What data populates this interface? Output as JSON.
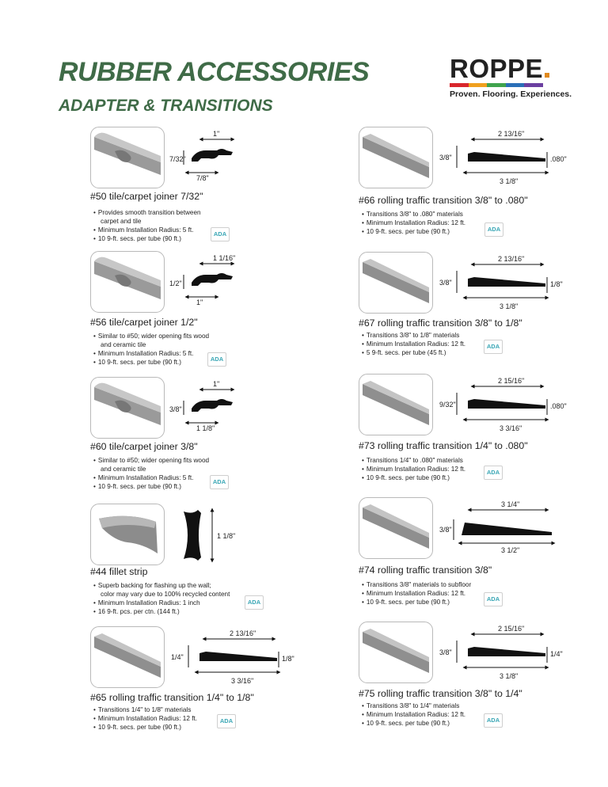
{
  "header": {
    "title": "RUBBER ACCESSORIES",
    "subtitle": "ADAPTER & TRANSITIONS",
    "logo_word": "ROPPE",
    "logo_tagline": "Proven. Flooring. Experiences.",
    "logo_stripe_colors": [
      "#d9262c",
      "#f0a01e",
      "#3fa34d",
      "#2a6fb7",
      "#6b3fa0"
    ]
  },
  "badge_label": "ADA",
  "products": [
    {
      "name": "#50 tile/carpet joiner 7/32\"",
      "bullets": [
        "Provides smooth transition between",
        "carpet and tile",
        "Minimum Installation Radius: 5 ft.",
        "10 9-ft. secs. per tube (90 ft.)"
      ],
      "dims": [
        "1\"",
        "7/32\"",
        "7/8\""
      ]
    },
    {
      "name": "#56 tile/carpet joiner 1/2\"",
      "bullets": [
        "Similar to #50; wider opening fits wood",
        "and ceramic tile",
        "Minimum Installation Radius: 5 ft.",
        "10 9-ft. secs. per tube (90 ft.)"
      ],
      "dims": [
        "1 1/16\"",
        "1/2\"",
        "1\""
      ]
    },
    {
      "name": "#60 tile/carpet joiner 3/8\"",
      "bullets": [
        "Similar to #50; wider opening fits wood",
        "and ceramic tile",
        "Minimum Installation Radius: 5 ft.",
        "10 9-ft. secs. per tube (90 ft.)"
      ],
      "dims": [
        "1\"",
        "3/8\"",
        "1 1/8\""
      ]
    },
    {
      "name": "#44 fillet strip",
      "bullets": [
        "Superb backing for flashing up the wall;",
        "color may vary due to 100% recycled content",
        "Minimum Installation Radius: 1 inch",
        "16 9-ft. pcs. per ctn. (144 ft.)"
      ],
      "dims": [
        "1 1/8\""
      ]
    },
    {
      "name": "#65 rolling traffic transition 1/4\" to 1/8\"",
      "bullets": [
        "Transitions 1/4\" to 1/8\" materials",
        "Minimum Installation Radius: 12 ft.",
        "10 9-ft. secs. per tube (90 ft.)"
      ],
      "dims": [
        "2 13/16\"",
        "1/4\"",
        "1/8\"",
        "3 3/16\""
      ]
    },
    {
      "name": "#66 rolling traffic transition 3/8\" to .080\"",
      "bullets": [
        "Transitions 3/8\" to .080\" materials",
        "Minimum Installation Radius: 12 ft.",
        "10 9-ft. secs. per tube (90 ft.)"
      ],
      "dims": [
        "2 13/16\"",
        "3/8\"",
        ".080\"",
        "3 1/8\""
      ]
    },
    {
      "name": "#67 rolling traffic transition 3/8\" to 1/8\"",
      "bullets": [
        "Transitions 3/8\" to 1/8\" materials",
        "Minimum Installation Radius: 12 ft.",
        "5 9-ft. secs. per tube (45 ft.)"
      ],
      "dims": [
        "2 13/16\"",
        "3/8\"",
        "1/8\"",
        "3 1/8\""
      ]
    },
    {
      "name": "#73 rolling traffic transition 1/4\" to .080\"",
      "bullets": [
        "Transitions 1/4\" to .080\" materials",
        "Minimum Installation Radius: 12 ft.",
        "10 9-ft. secs. per tube (90 ft.)"
      ],
      "dims": [
        "2 15/16\"",
        "9/32\"",
        ".080\"",
        "3 3/16\""
      ]
    },
    {
      "name": "#74 rolling traffic transition 3/8\"",
      "bullets": [
        "Transitions 3/8\" materials to subfloor",
        "Minimum Installation Radius: 12 ft.",
        "10 9-ft. secs. per tube (90 ft.)"
      ],
      "dims": [
        "3 1/4\"",
        "3/8\"",
        "3 1/2\""
      ]
    },
    {
      "name": "#75 rolling traffic transition 3/8\" to 1/4\"",
      "bullets": [
        "Transitions 3/8\" to 1/4\" materials",
        "Minimum Installation Radius: 12 ft.",
        "10 9-ft. secs. per tube (90 ft.)"
      ],
      "dims": [
        "2 15/16\"",
        "3/8\"",
        "1/4\"",
        "3 1/8\""
      ]
    }
  ]
}
